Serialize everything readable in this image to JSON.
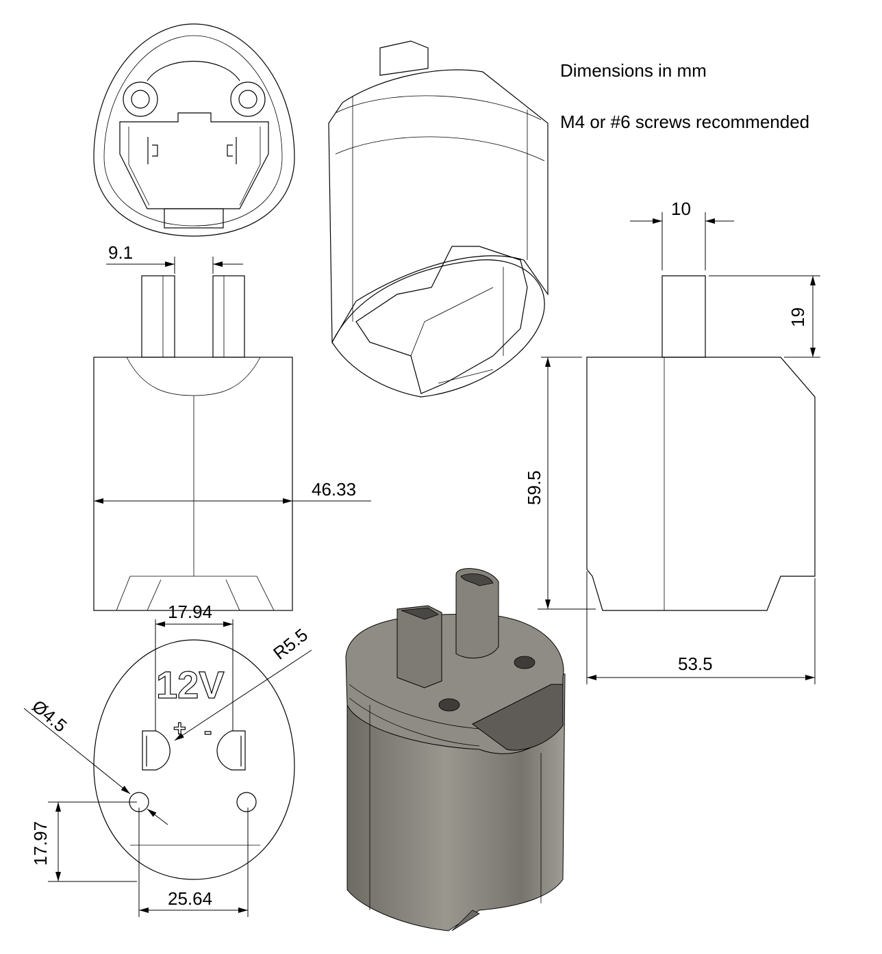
{
  "notes": {
    "units": "Dimensions in mm",
    "screws": "M4 or #6 screws recommended"
  },
  "dimensions": {
    "pin_spacing_front": "9.1",
    "width_front": "46.33",
    "pin_width_side": "10",
    "pin_height_side": "19",
    "body_height_side": "59.5",
    "depth_side": "53.5",
    "pin_spacing_bottom": "17.94",
    "pin_radius": "R5.5",
    "hole_diameter": "Ø4.5",
    "hole_offset_vertical": "17.97",
    "hole_spacing": "25.64"
  },
  "embossing": {
    "voltage": "12V",
    "positive": "+",
    "negative": "-"
  },
  "colors": {
    "render_body": "#8a8780",
    "render_dark": "#5f5c57",
    "line": "#000000"
  }
}
